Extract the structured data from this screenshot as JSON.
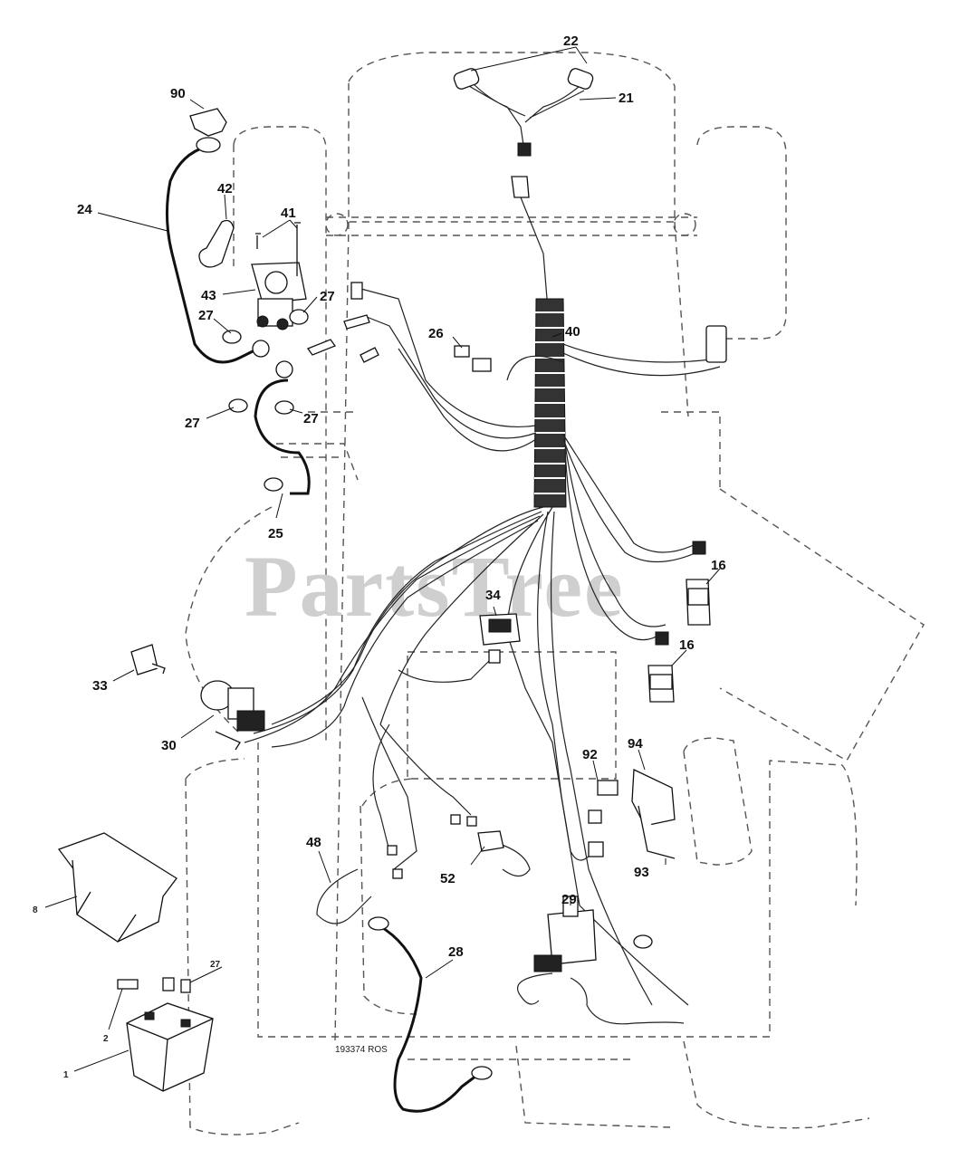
{
  "watermark": "PartsTree",
  "drawing_number": "193374 ROS",
  "colors": {
    "line": "#111111",
    "watermark": "#cfcfcf",
    "background": "#ffffff"
  },
  "callouts": {
    "c1": "1",
    "c2": "2",
    "c8": "8",
    "c16a": "16",
    "c16b": "16",
    "c21": "21",
    "c22": "22",
    "c24": "24",
    "c25": "25",
    "c26": "26",
    "c27a": "27",
    "c27b": "27",
    "c27c": "27",
    "c27d": "27",
    "c27e": "27",
    "c28": "28",
    "c29": "29",
    "c30": "30",
    "c33": "33",
    "c34": "34",
    "c40": "40",
    "c41": "41",
    "c42": "42",
    "c43": "43",
    "c48": "48",
    "c52": "52",
    "c90": "90",
    "c92": "92",
    "c93": "93",
    "c94": "94"
  }
}
